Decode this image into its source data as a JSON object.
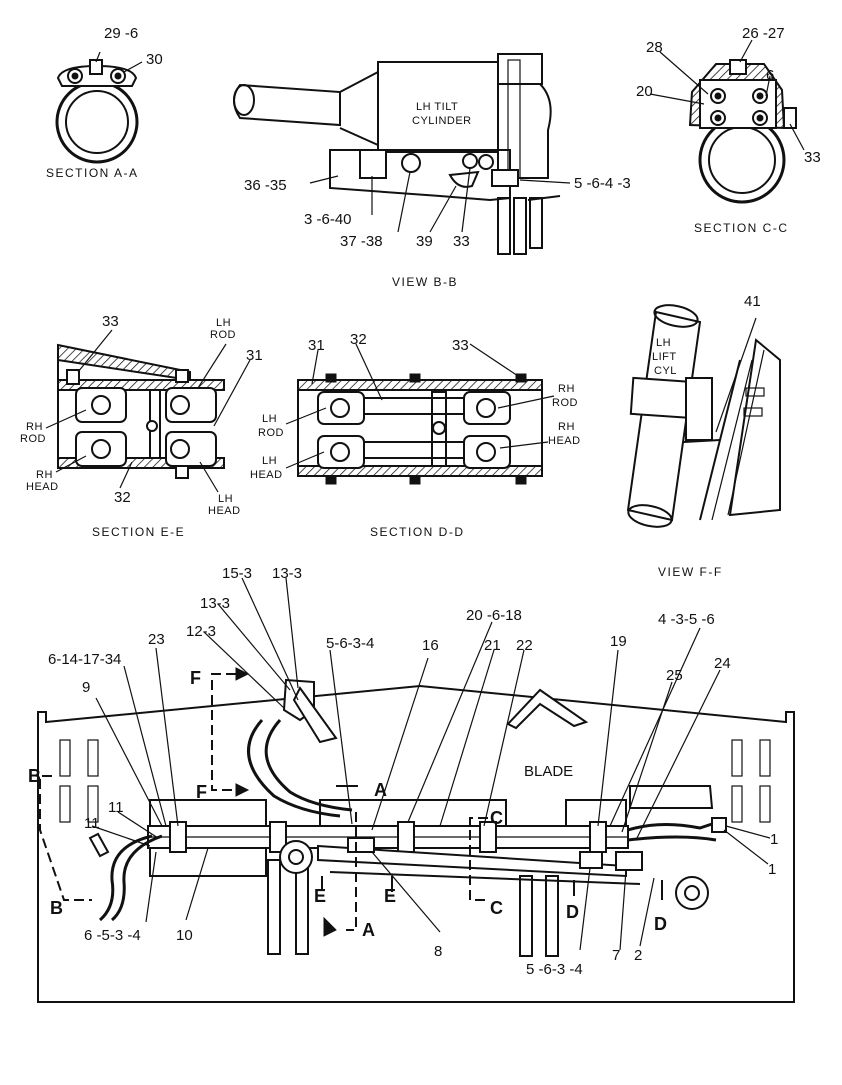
{
  "views": {
    "section_aa": {
      "caption": "SECTION A-A",
      "callouts": [
        "29 -6",
        "30"
      ]
    },
    "view_bb": {
      "caption": "VIEW B-B",
      "cylinder_label": [
        "LH TILT",
        "CYLINDER"
      ],
      "callouts": [
        "36 -35",
        "3 -6-40",
        "37 -38",
        "39",
        "33",
        "5 -6-4 -3"
      ]
    },
    "section_cc": {
      "caption": "SECTION C-C",
      "callouts": [
        "28",
        "26 -27",
        "20",
        "6",
        "33"
      ]
    },
    "section_ee": {
      "caption": "SECTION E-E",
      "callouts": [
        "33",
        "31",
        "32"
      ],
      "labels": {
        "lh_rod": [
          "LH",
          "ROD"
        ],
        "rh_rod": [
          "RH",
          "ROD"
        ],
        "rh_head": [
          "RH",
          "HEAD"
        ],
        "lh_head": [
          "LH",
          "HEAD"
        ]
      }
    },
    "section_dd": {
      "caption": "SECTION D-D",
      "callouts": [
        "31",
        "32",
        "33"
      ],
      "labels": {
        "lh_rod": [
          "LH",
          "ROD"
        ],
        "lh_head": [
          "LH",
          "HEAD"
        ],
        "rh_rod": [
          "RH",
          "ROD"
        ],
        "rh_head": [
          "RH",
          "HEAD"
        ]
      }
    },
    "view_ff": {
      "caption": "VIEW F-F",
      "cylinder_label": [
        "LH",
        "LIFT",
        "CYL"
      ],
      "callouts": [
        "41"
      ]
    }
  },
  "main_view": {
    "blade_label": "BLADE",
    "callouts_top": [
      "15-3",
      "13-3",
      "13-3",
      "12-3",
      "5-6-3-4",
      "16",
      "20 -6-18",
      "21",
      "22",
      "19",
      "4 -3-5 -6",
      "25",
      "24",
      "23",
      "6-14-17-34",
      "9",
      "11",
      "11"
    ],
    "callouts_bottom": [
      "6 -5-3 -4",
      "10",
      "8",
      "5 -6-3 -4",
      "7",
      "2",
      "1",
      "1"
    ],
    "section_letters": [
      "F",
      "F",
      "A",
      "A",
      "B",
      "B",
      "C",
      "C",
      "D",
      "D",
      "E",
      "E"
    ]
  }
}
